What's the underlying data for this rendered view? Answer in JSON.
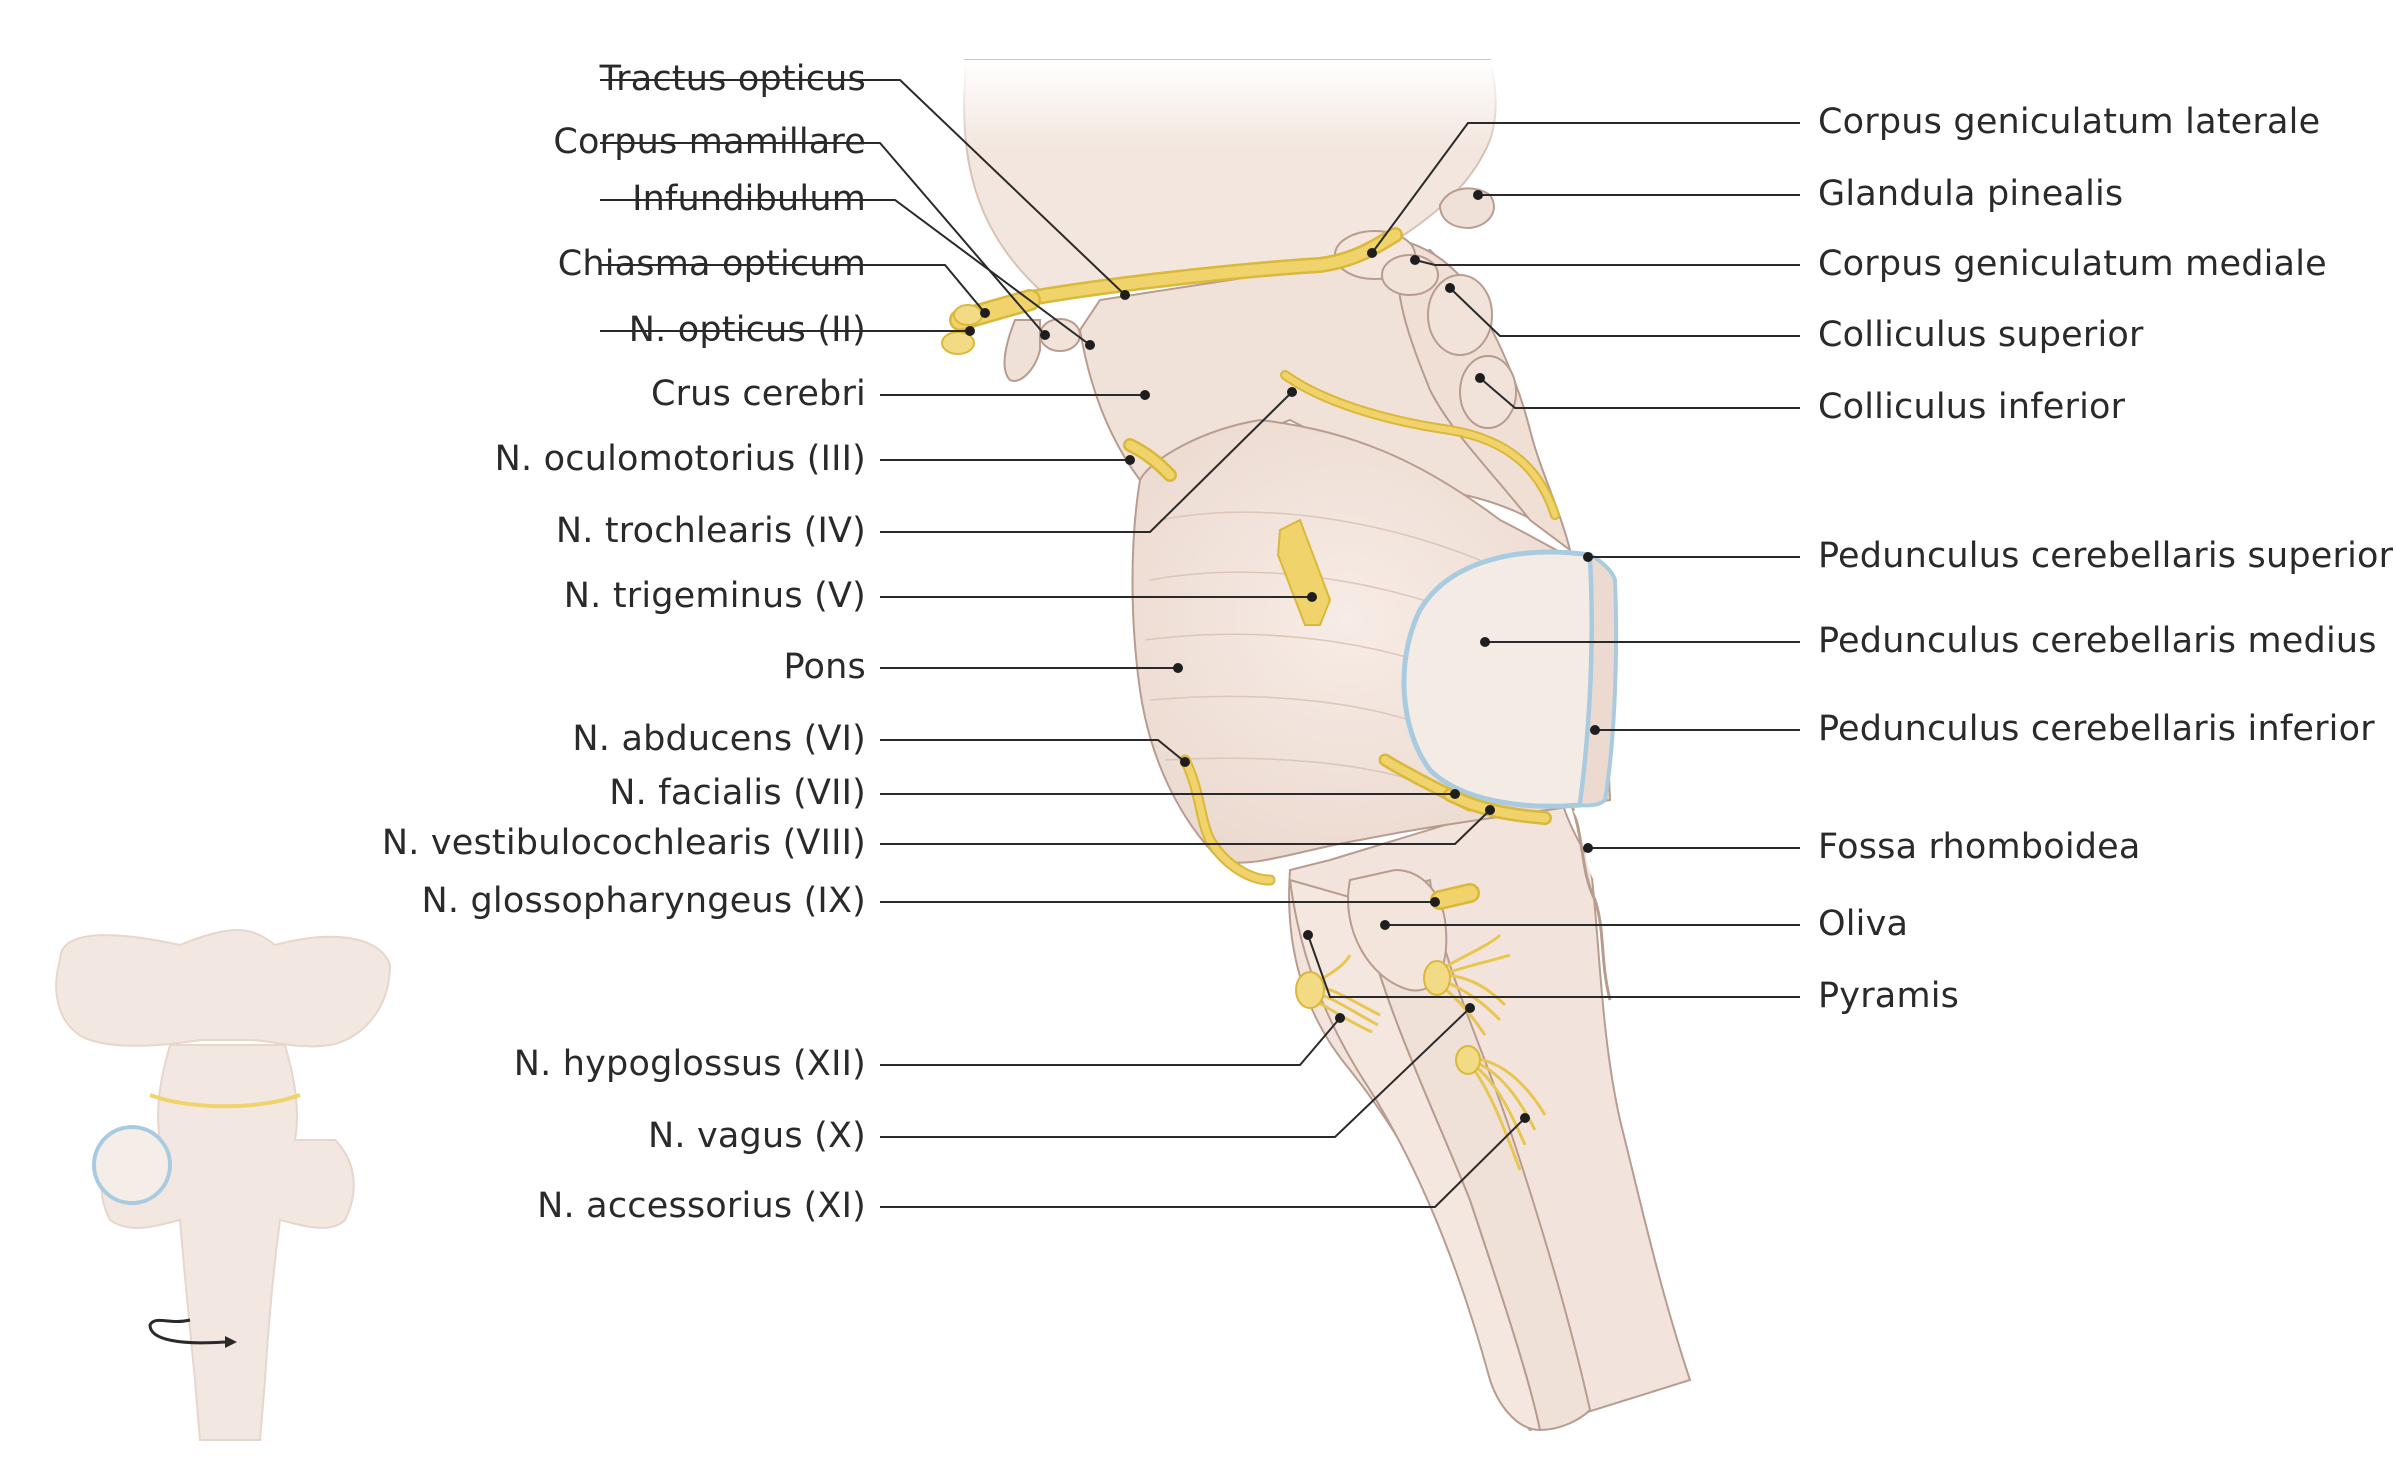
{
  "figure": {
    "left_labels": [
      {
        "id": "tractus-opticus",
        "text": "Tractus opticus"
      },
      {
        "id": "corpus-mamillare",
        "text": "Corpus mamillare"
      },
      {
        "id": "infundibulum",
        "text": "Infundibulum"
      },
      {
        "id": "chiasma-opticum",
        "text": "Chiasma opticum"
      },
      {
        "id": "n-opticus",
        "text": "N. opticus (II)"
      },
      {
        "id": "crus-cerebri",
        "text": "Crus cerebri"
      },
      {
        "id": "n-oculomotorius",
        "text": "N. oculomotorius (III)"
      },
      {
        "id": "n-trochlearis",
        "text": "N. trochlearis (IV)"
      },
      {
        "id": "n-trigeminus",
        "text": "N. trigeminus (V)"
      },
      {
        "id": "pons",
        "text": "Pons"
      },
      {
        "id": "n-abducens",
        "text": "N. abducens (VI)"
      },
      {
        "id": "n-facialis",
        "text": "N. facialis (VII)"
      },
      {
        "id": "n-vestibulocochlearis",
        "text": "N. vestibulocochlearis (VIII)"
      },
      {
        "id": "n-glossopharyngeus",
        "text": "N. glossopharyngeus (IX)"
      },
      {
        "id": "n-hypoglossus",
        "text": "N. hypoglossus (XII)"
      },
      {
        "id": "n-vagus",
        "text": "N. vagus (X)"
      },
      {
        "id": "n-accessorius",
        "text": "N. accessorius (XI)"
      }
    ],
    "right_labels": [
      {
        "id": "corpus-geniculatum-laterale",
        "text": "Corpus geniculatum laterale"
      },
      {
        "id": "glandula-pinealis",
        "text": "Glandula pinealis"
      },
      {
        "id": "corpus-geniculatum-mediale",
        "text": "Corpus geniculatum mediale"
      },
      {
        "id": "colliculus-superior",
        "text": "Colliculus superior"
      },
      {
        "id": "colliculus-inferior",
        "text": "Colliculus inferior"
      },
      {
        "id": "pedunculus-cerebellaris-superior",
        "text": "Pedunculus cerebellaris superior"
      },
      {
        "id": "pedunculus-cerebellaris-medius",
        "text": "Pedunculus cerebellaris medius"
      },
      {
        "id": "pedunculus-cerebellaris-inferior",
        "text": "Pedunculus cerebellaris inferior"
      },
      {
        "id": "fossa-rhomboidea",
        "text": "Fossa rhomboidea"
      },
      {
        "id": "oliva",
        "text": "Oliva"
      },
      {
        "id": "pyramis",
        "text": "Pyramis"
      }
    ],
    "colors": {
      "tissue": "#f3e6de",
      "tissue_shade": "#e6d2c6",
      "outline": "#b89c90",
      "nerve": "#f0d36a",
      "nerve_edge": "#d9b83a",
      "cut_surface": "#a9cbe0",
      "leader": "#2a2a2a"
    }
  }
}
